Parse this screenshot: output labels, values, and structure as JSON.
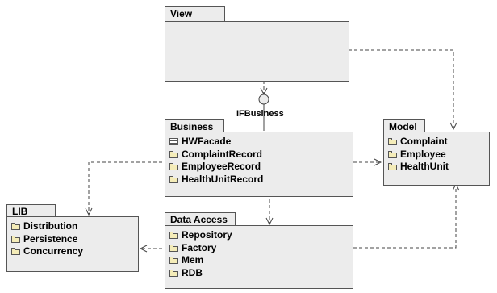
{
  "packages": {
    "view": {
      "name": "View"
    },
    "business": {
      "name": "Business",
      "items": [
        {
          "label": "HWFacade",
          "icon": "class-icon"
        },
        {
          "label": "ComplaintRecord",
          "icon": "folder-icon"
        },
        {
          "label": "EmployeeRecord",
          "icon": "folder-icon"
        },
        {
          "label": "HealthUnitRecord",
          "icon": "folder-icon"
        }
      ]
    },
    "model": {
      "name": "Model",
      "items": [
        {
          "label": "Complaint",
          "icon": "folder-icon"
        },
        {
          "label": "Employee",
          "icon": "folder-icon"
        },
        {
          "label": "HealthUnit",
          "icon": "folder-icon"
        }
      ]
    },
    "lib": {
      "name": "LIB",
      "items": [
        {
          "label": "Distribution",
          "icon": "folder-icon"
        },
        {
          "label": "Persistence",
          "icon": "folder-icon"
        },
        {
          "label": "Concurrency",
          "icon": "folder-icon"
        }
      ]
    },
    "data_access": {
      "name": "Data Access",
      "items": [
        {
          "label": "Repository",
          "icon": "folder-icon"
        },
        {
          "label": "Factory",
          "icon": "folder-icon"
        },
        {
          "label": "Mem",
          "icon": "folder-icon"
        },
        {
          "label": "RDB",
          "icon": "folder-icon"
        }
      ]
    }
  },
  "interface": {
    "name": "IFBusiness"
  },
  "colors": {
    "package_fill": "#ececec",
    "border": "#555555",
    "folder": "#f4ecb8"
  }
}
